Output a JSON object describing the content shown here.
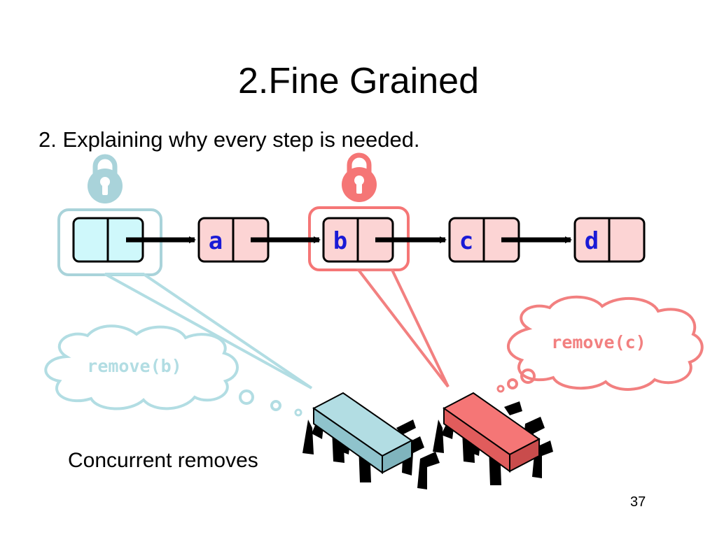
{
  "slide": {
    "title": "2.Fine Grained",
    "subtitle": "2. Explaining why every step is needed.",
    "caption": "Concurrent removes",
    "page_number": "37"
  },
  "nodes": [
    {
      "label": "",
      "role": "head"
    },
    {
      "label": "a"
    },
    {
      "label": "b"
    },
    {
      "label": "c"
    },
    {
      "label": "d"
    }
  ],
  "threads": [
    {
      "action": "remove(b)",
      "color": "#b2dde3"
    },
    {
      "action": "remove(c)",
      "color": "#f28080"
    }
  ],
  "colors": {
    "head_fill": "#cff8fb",
    "node_fill": "#fcd4d4",
    "label": "#1a1ad6",
    "blue_lock": "#a9d3da",
    "red_lock": "#f57676"
  },
  "icons": [
    "lock-icon",
    "cpu-chip-icon",
    "arrow-icon",
    "thought-bubble-icon"
  ]
}
